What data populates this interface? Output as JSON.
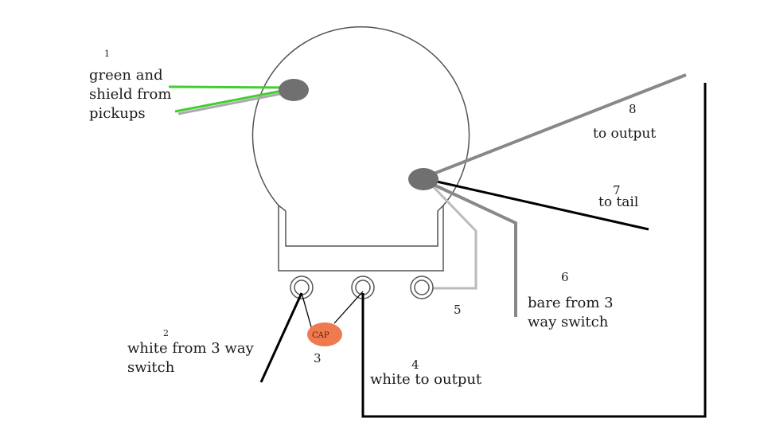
{
  "labels": {
    "n1": "1",
    "green_shield_l1": "green and",
    "green_shield_l2": "shield from",
    "green_shield_l3": "pickups",
    "n2": "2",
    "white_3way_l1": "white from 3 way",
    "white_3way_l2": "switch",
    "n3": "3",
    "cap": "CAP",
    "n4": "4",
    "white_output": "white to output",
    "n5": "5",
    "n6": "6",
    "bare_3way_l1": "bare from 3",
    "bare_3way_l2": "way switch",
    "n7": "7",
    "to_tail": "to tail",
    "n8": "8",
    "to_output": "to output"
  },
  "colors": {
    "pot_outline": "#555555",
    "lug_fill": "#707070",
    "green_wire": "#44cc33",
    "shield_wire": "#aaaaaa",
    "black_wire": "#000000",
    "gray_wire": "#888888",
    "light_wire": "#bbbbbb",
    "cap_fill": "#f07a50"
  }
}
